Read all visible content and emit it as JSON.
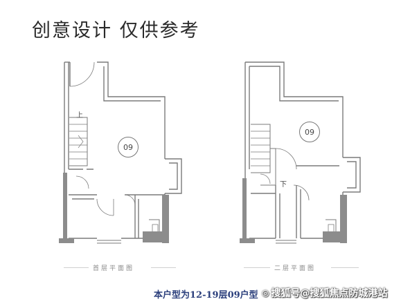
{
  "title": "创意设计 仅供参考",
  "plans": [
    {
      "unit_label": "09",
      "stair_label": "上",
      "caption": "首层平面图"
    },
    {
      "unit_label": "09",
      "stair_label": "下",
      "caption": "二层平面图"
    }
  ],
  "footer_note": "本户型为12-19层09户型",
  "watermark": {
    "text": "搜狐号@搜狐焦点防城港站",
    "icon": "circle-icon"
  },
  "colors": {
    "wall": "#7a7a7a",
    "wall_fill": "#8c8c8c",
    "footer": "#2b3f7c"
  }
}
